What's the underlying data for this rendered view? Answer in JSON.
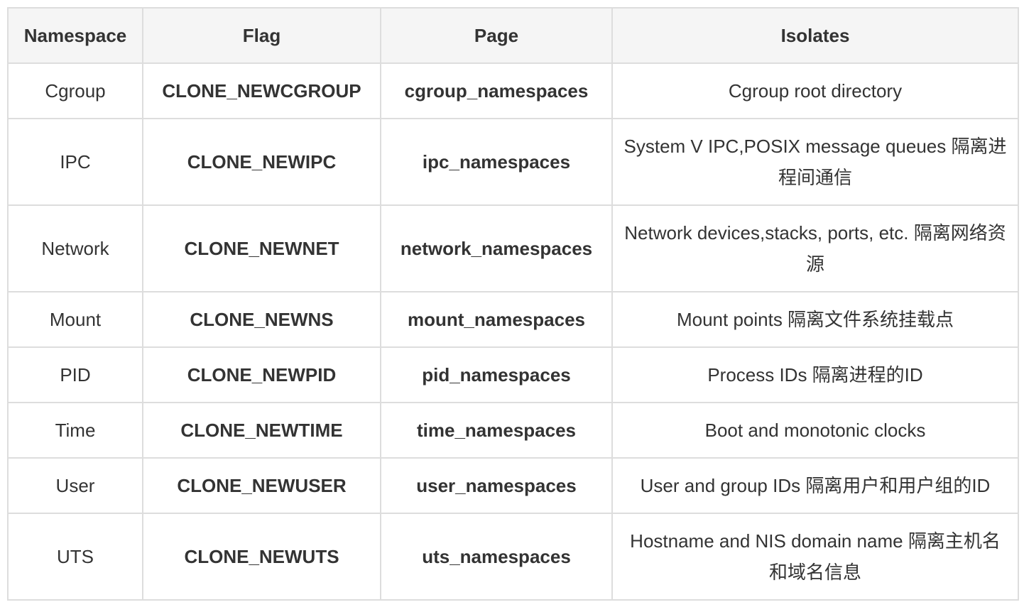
{
  "table": {
    "headers": [
      "Namespace",
      "Flag",
      "Page",
      "Isolates"
    ],
    "rows": [
      {
        "namespace": "Cgroup",
        "flag": "CLONE_NEWCGROUP",
        "page": "cgroup_namespaces",
        "isolates": "Cgroup root directory"
      },
      {
        "namespace": "IPC",
        "flag": "CLONE_NEWIPC",
        "page": "ipc_namespaces",
        "isolates": "System V IPC,POSIX message queues 隔离进程间通信"
      },
      {
        "namespace": "Network",
        "flag": "CLONE_NEWNET",
        "page": "network_namespaces",
        "isolates": "Network devices,stacks, ports, etc. 隔离网络资源"
      },
      {
        "namespace": "Mount",
        "flag": "CLONE_NEWNS",
        "page": "mount_namespaces",
        "isolates": "Mount points 隔离文件系统挂载点"
      },
      {
        "namespace": "PID",
        "flag": "CLONE_NEWPID",
        "page": "pid_namespaces",
        "isolates": "Process IDs 隔离进程的ID"
      },
      {
        "namespace": "Time",
        "flag": "CLONE_NEWTIME",
        "page": "time_namespaces",
        "isolates": "Boot and monotonic clocks"
      },
      {
        "namespace": "User",
        "flag": "CLONE_NEWUSER",
        "page": "user_namespaces",
        "isolates": "User and group IDs 隔离用户和用户组的ID"
      },
      {
        "namespace": "UTS",
        "flag": "CLONE_NEWUTS",
        "page": "uts_namespaces",
        "isolates": "Hostname and NIS domain name 隔离主机名和域名信息"
      }
    ]
  },
  "colors": {
    "header_bg": "#f5f5f5",
    "border": "#dddddd",
    "text": "#333333"
  }
}
